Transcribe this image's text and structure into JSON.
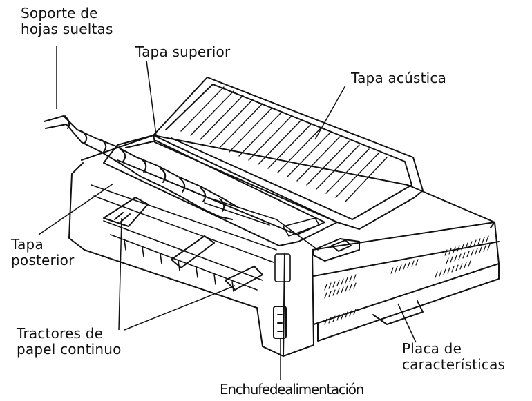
{
  "figure": {
    "labels": {
      "paper_support": [
        "Soporte de",
        "hojas sueltas"
      ],
      "top_cover": "Tapa superior",
      "acoustic_cover": "Tapa acústica",
      "rear_cover": [
        "Tapa",
        "posterior"
      ],
      "tractors": [
        "Tractores de",
        "papel continuo"
      ],
      "plate": [
        "Placa de",
        "características"
      ],
      "power_socket": "Enchufedealimentación"
    },
    "line_color": "#111111",
    "background": "#ffffff"
  }
}
